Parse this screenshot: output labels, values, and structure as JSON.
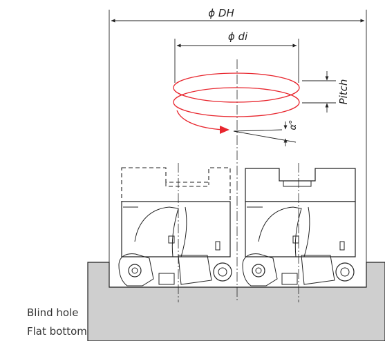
{
  "labels": {
    "outer_diameter": "ϕ DH",
    "inner_diameter": "ϕ di",
    "pitch": "Pitch",
    "angle": "α°"
  },
  "captions": {
    "blind_hole": "Blind hole",
    "flat_bottom": "Flat bottom"
  },
  "colors": {
    "helix": "#e8262e",
    "workpiece": "#cfcfcf",
    "lines": "#222222"
  },
  "icons": {
    "helix_arrow": "arrowhead-icon"
  }
}
